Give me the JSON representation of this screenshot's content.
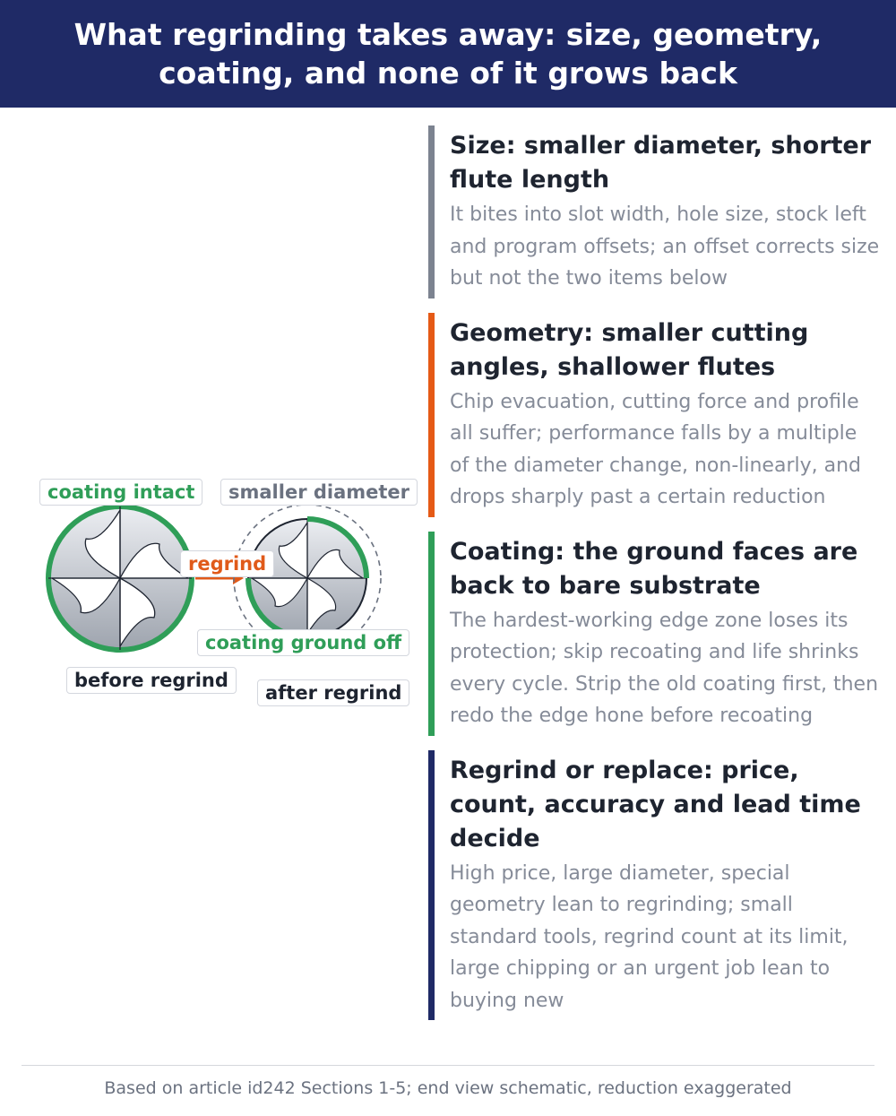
{
  "header": {
    "title": "What regrinding takes away: size, geometry, coating, and none of it grows back"
  },
  "diagram": {
    "labels": {
      "coating_intact": "coating intact",
      "smaller_diameter": "smaller diameter",
      "regrind": "regrind",
      "coating_ground_off": "coating ground off",
      "before_regrind": "before regrind",
      "after_regrind": "after regrind"
    },
    "colors": {
      "coating": "#2f9e58",
      "arrow": "#e05a1a",
      "outline": "#1e2430",
      "dashed_ring": "#6b7280"
    }
  },
  "cards": [
    {
      "title": "Size: smaller diameter, shorter flute length",
      "body": "It bites into slot width, hole size, stock left and program offsets; an offset corrects size but not the two items below",
      "color": "#7c8390"
    },
    {
      "title": "Geometry: smaller cutting angles, shallower flutes",
      "body": "Chip evacuation, cutting force and profile all suffer; performance falls by a multiple of the diameter change, non-linearly, and drops sharply past a certain reduction",
      "color": "#e55a16"
    },
    {
      "title": "Coating: the ground faces are back to bare substrate",
      "body": "The hardest-working edge zone loses its protection; skip recoating and life shrinks every cycle. Strip the old coating first, then redo the edge hone before recoating",
      "color": "#2f9e58"
    },
    {
      "title": "Regrind or replace: price, count, accuracy and lead time decide",
      "body": "High price, large diameter, special geometry lean to regrinding; small standard tools, regrind count at its limit, large chipping or an urgent job lean to buying new",
      "color": "#1f2a66"
    }
  ],
  "footer": {
    "note": "Based on article id242 Sections 1-5; end view schematic, reduction exaggerated"
  }
}
